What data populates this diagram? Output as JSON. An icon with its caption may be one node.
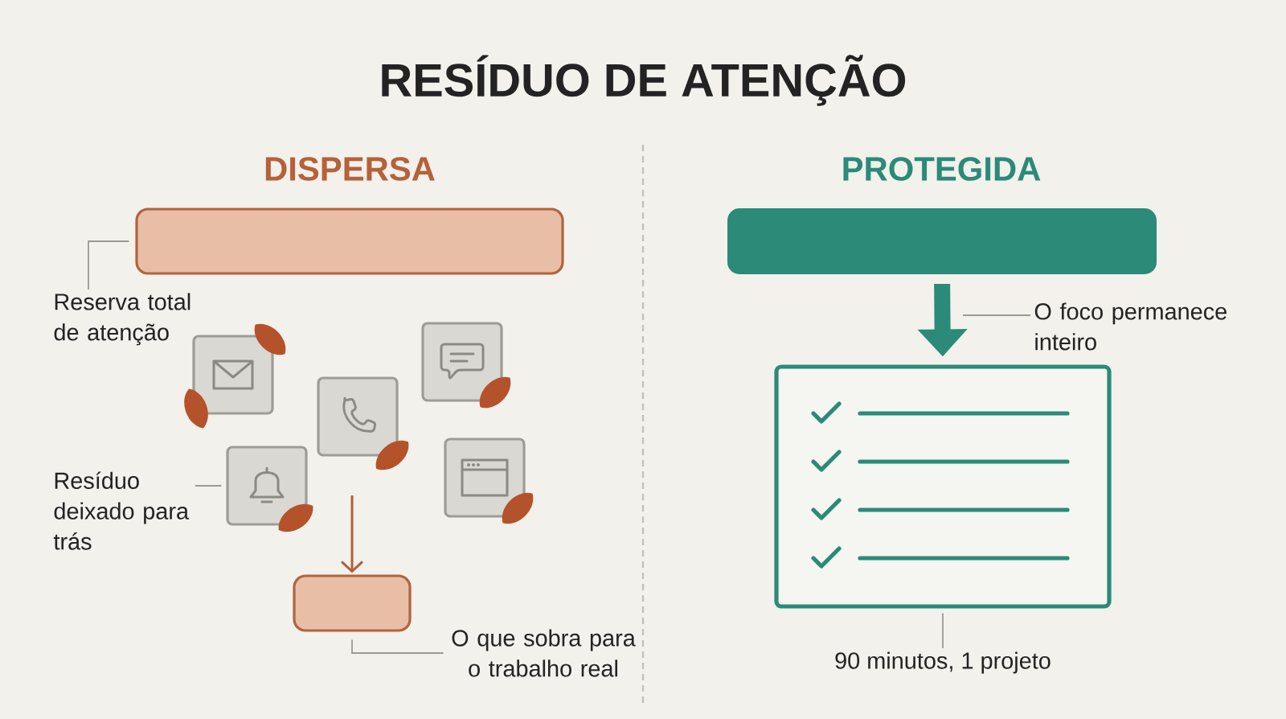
{
  "diagram": {
    "title": "RESÍDUO DE ATENÇÃO",
    "nodes": [
      {
        "text": [],
        "shape": "bar"
      },
      {
        "text": [
          "Reserva total de atenção"
        ]
      },
      {
        "text": [],
        "shape": "picture"
      },
      {
        "text": [],
        "shape": "picture"
      },
      {
        "text": [],
        "shape": "picture"
      },
      {
        "text": [],
        "shape": "picture"
      },
      {
        "text": [],
        "shape": "picture"
      },
      {
        "text": [
          "Resíduo deixado para trás"
        ]
      },
      {
        "text": [],
        "shape": "box"
      },
      {
        "text": [
          "O que sobra para o trabalho real"
        ]
      },
      {
        "text": [],
        "shape": "bar"
      },
      {
        "text": [
          "O foco permanece inteiro"
        ]
      },
      {
        "text": [],
        "shape": "box"
      },
      {
        "text": [
          "90 minutos, 1 projeto"
        ]
      }
    ],
    "edges": [
      {
        "from": 1,
        "to": 0,
        "arrow": "none"
      },
      {
        "from": 7,
        "to": 5,
        "arrow": "none"
      },
      {
        "from": null,
        "to": 8,
        "arrow": "to",
        "color": "#b0603a"
      },
      {
        "from": 9,
        "to": 8,
        "arrow": "none"
      },
      {
        "from": 10,
        "to": 12,
        "arrow": "to",
        "style": "thick",
        "color": "#2b8a78"
      },
      {
        "from": 11,
        "to": null,
        "arrow": "none"
      },
      {
        "from": 13,
        "to": 12,
        "arrow": "none"
      }
    ],
    "labels": [
      "DISPERSA",
      "PROTEGIDA"
    ]
  }
}
